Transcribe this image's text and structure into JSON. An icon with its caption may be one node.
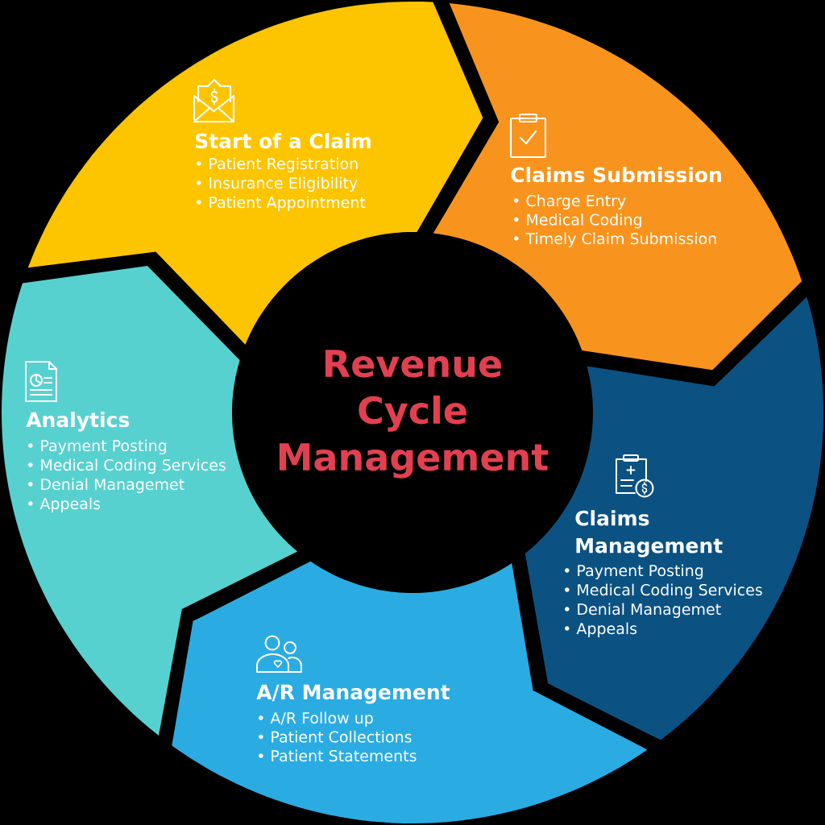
{
  "diagram": {
    "nodes": [
      {
        "text": [
          "Start of a Claim",
          "• Patient Registration",
          "• Insurance Eligibility",
          "• Patient Appointment"
        ]
      },
      {
        "text": [
          "Claims Submission",
          "• Charge Entry",
          "• Medical Coding",
          "• Timely Claim Submission"
        ]
      },
      {
        "text": [
          "Revenue Cycle Management"
        ]
      },
      {
        "text": [
          "Analytics",
          "• Payment Posting",
          "• Medical Coding Services",
          "• Denial Managemet",
          "• Appeals"
        ]
      },
      {
        "text": [
          "Claims Management",
          "• Payment Posting",
          "• Medical Coding Services",
          "• Denial Managemet",
          "• Appeals"
        ]
      },
      {
        "text": [
          "A/R Management",
          "• A/R Follow up",
          "• Patient Collections",
          "• Patient Statements"
        ]
      }
    ]
  }
}
